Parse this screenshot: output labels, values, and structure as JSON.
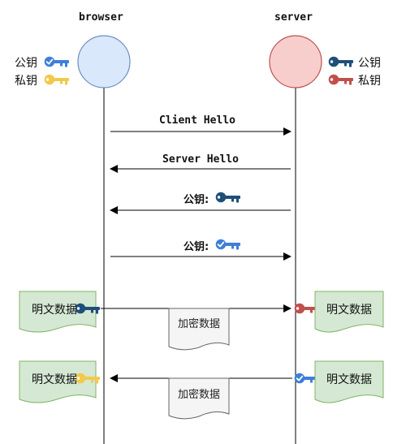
{
  "participants": {
    "browser": "browser",
    "server": "server"
  },
  "legend": {
    "browser": {
      "public_key": "公钥",
      "private_key": "私钥"
    },
    "server": {
      "public_key": "公钥",
      "private_key": "私钥"
    }
  },
  "messages": {
    "client_hello": "Client Hello",
    "server_hello": "Server Hello",
    "server_pubkey": "公钥:",
    "client_pubkey": "公钥:"
  },
  "exchanges": {
    "row1": {
      "left_doc": "明文数据",
      "encrypted": "加密数据",
      "right_doc": "明文数据"
    },
    "row2": {
      "left_doc": "明文数据",
      "encrypted": "加密数据",
      "right_doc": "明文数据"
    }
  },
  "colors": {
    "browser_circle_fill": "#dae8fc",
    "browser_circle_stroke": "#6c8ebf",
    "server_circle_fill": "#f8cecc",
    "server_circle_stroke": "#b85450",
    "browser_public_key": "#3d7fd9",
    "browser_private_key": "#f2c94c",
    "server_public_key": "#1f4e79",
    "server_private_key": "#c0504d",
    "doc_fill": "#d5e8d4",
    "doc_stroke": "#82b366",
    "encrypted_fill": "#f5f5f5",
    "encrypted_stroke": "#666666"
  }
}
